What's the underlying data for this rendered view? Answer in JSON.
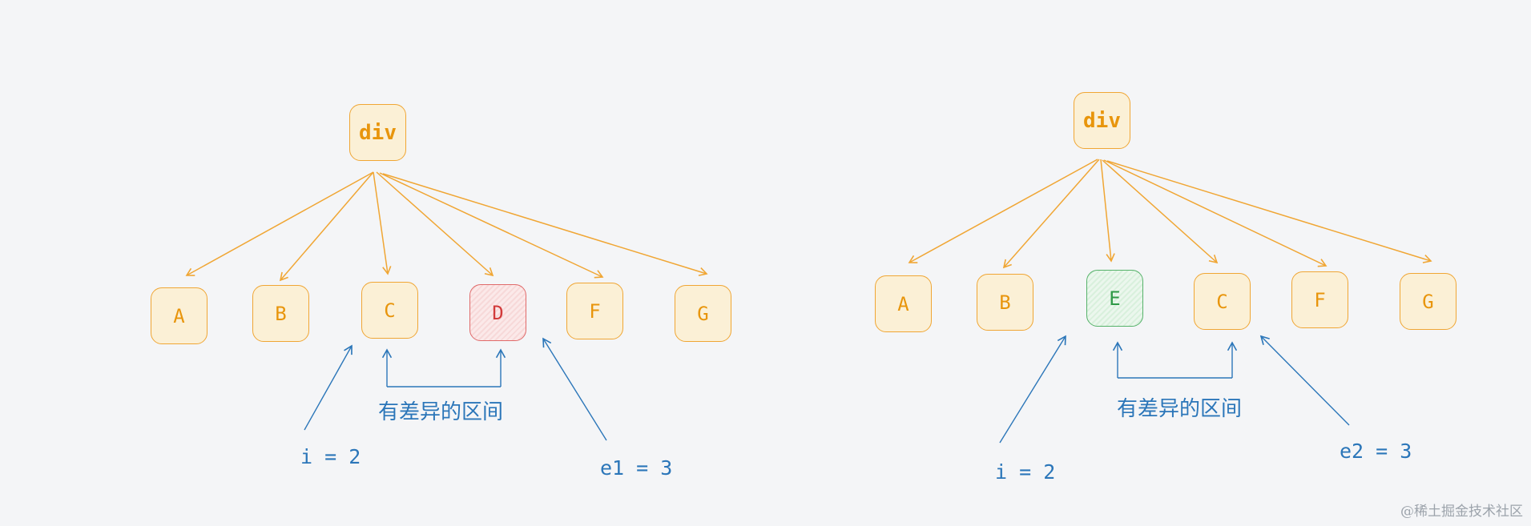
{
  "left": {
    "root": "div",
    "children": [
      "A",
      "B",
      "C",
      "D",
      "F",
      "G"
    ],
    "highlight_index": 3,
    "highlight_color": "red",
    "range_label": "有差异的区间",
    "i_label": "i = 2",
    "e_label": "e1 = 3"
  },
  "right": {
    "root": "div",
    "children": [
      "A",
      "B",
      "E",
      "C",
      "F",
      "G"
    ],
    "highlight_index": 2,
    "highlight_color": "green",
    "range_label": "有差异的区间",
    "i_label": "i = 2",
    "e_label": "e2 = 3"
  },
  "colors": {
    "node_border": "#f0a634",
    "node_fill": "#fbf0d6",
    "node_text": "#e8950c",
    "red_border": "#e06a6a",
    "red_text": "#d23b3b",
    "green_border": "#56b26a",
    "green_text": "#2f9a47",
    "annotation": "#2b76b9",
    "background": "#f4f5f7"
  },
  "watermark": "@稀土掘金技术社区"
}
